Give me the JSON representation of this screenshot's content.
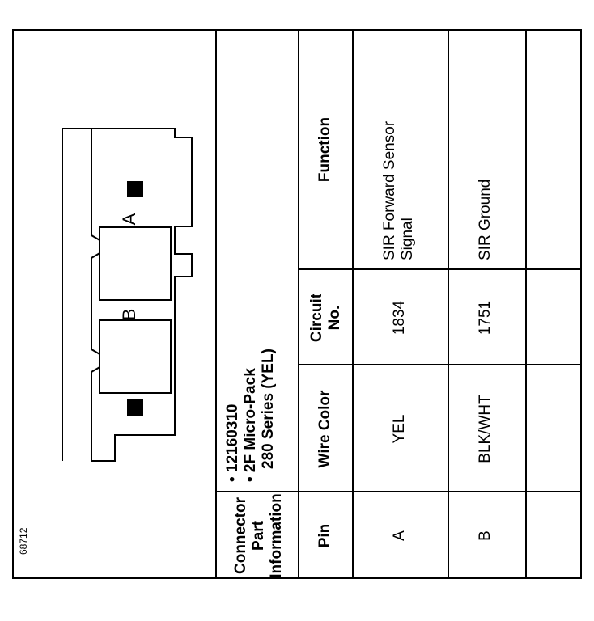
{
  "connector": {
    "title_line1": "Connector Part",
    "title_line2": "Information",
    "part_number": "12160310",
    "series_line1": "2F Micro-Pack",
    "series_line2": "280 Series (YEL)"
  },
  "table": {
    "headers": {
      "pin": "Pin",
      "wire_color": "Wire Color",
      "circuit_line1": "Circuit",
      "circuit_line2": "No.",
      "function": "Function"
    },
    "rows": [
      {
        "pin": "A",
        "wire_color": "YEL",
        "circuit": "1834",
        "function_line1": "SIR Forward Sensor",
        "function_line2": "Signal"
      },
      {
        "pin": "B",
        "wire_color": "BLK/WHT",
        "circuit": "1751",
        "function_line1": "SIR Ground",
        "function_line2": ""
      }
    ]
  },
  "diagram": {
    "cavity_a": "A",
    "cavity_b": "B",
    "figure_number": "68712"
  }
}
